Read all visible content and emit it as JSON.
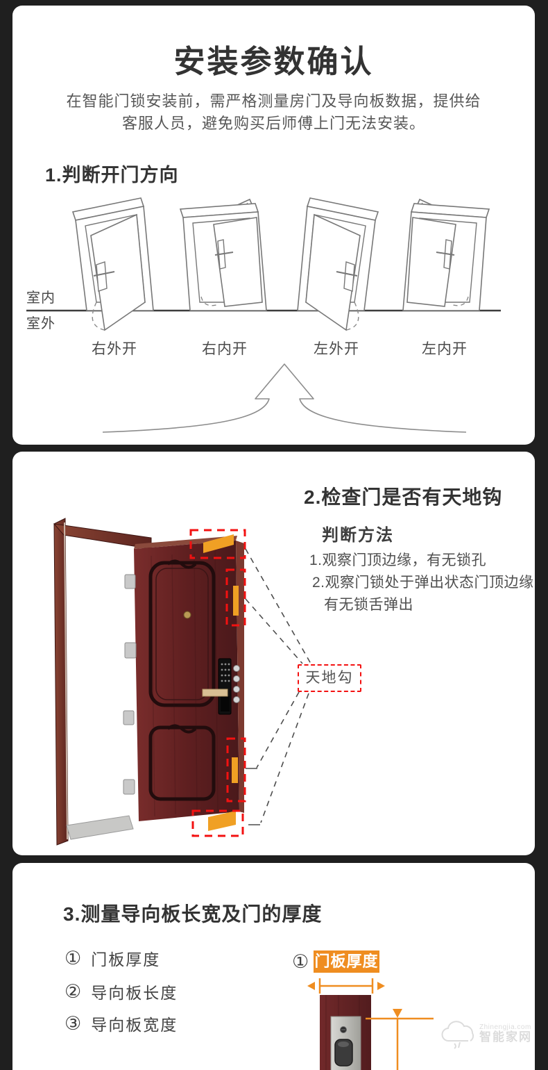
{
  "colors": {
    "background": "#1f1f1f",
    "card": "#ffffff",
    "accent_red": "#f31111",
    "accent_orange": "#ef8d20",
    "door_wood": "#6b2326"
  },
  "intro": {
    "title": "安装参数确认",
    "desc_line1": "在智能门锁安装前，需严格测量房门及导向板数据，提供给",
    "desc_line2": "客服人员，避免购买后师傅上门无法安装。"
  },
  "section1": {
    "heading": "1.判断开门方向",
    "indoor_label": "室内",
    "outdoor_label": "室外",
    "doors": [
      {
        "label": "右外开"
      },
      {
        "label": "右内开"
      },
      {
        "label": "左外开"
      },
      {
        "label": "左内开"
      }
    ]
  },
  "section2": {
    "heading": "2.检查门是否有天地钩",
    "subheading": "判断方法",
    "methods": [
      "1.观察门顶边缘，有无锁孔",
      "2.观察门锁处于弹出状态门顶边缘",
      "有无锁舌弹出"
    ],
    "callout_label": "天地勾"
  },
  "section3": {
    "heading": "3.测量导向板长宽及门的厚度",
    "items": [
      {
        "num": "①",
        "label": "门板厚度"
      },
      {
        "num": "②",
        "label": "导向板长度"
      },
      {
        "num": "③",
        "label": "导向板宽度"
      }
    ],
    "diagram": {
      "num": "①",
      "tag": "门板厚度"
    }
  },
  "watermark": {
    "domain": "Zhinengjia.com",
    "name": "智能家网"
  }
}
